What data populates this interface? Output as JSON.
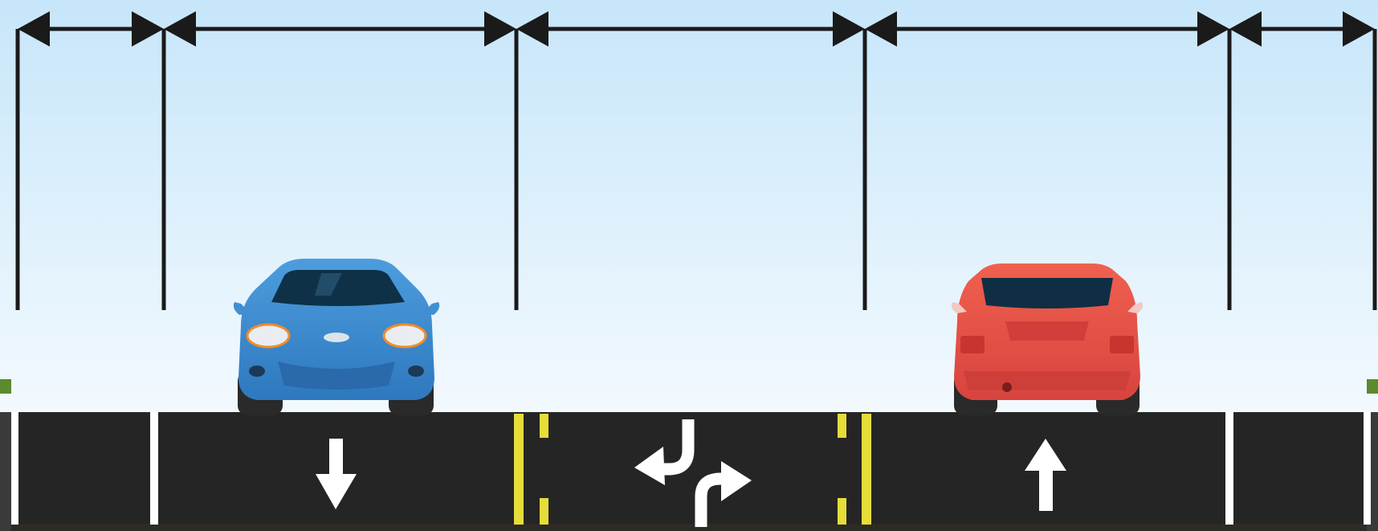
{
  "diagram": {
    "kind": "road-cross-section",
    "lanes": [
      {
        "role": "shoulder",
        "arrow": "none"
      },
      {
        "role": "travel-lane",
        "direction": "down",
        "arrow": "down-arrow-icon"
      },
      {
        "role": "two-way-left-turn-lane",
        "arrow": "two-way-turn-arrows-icon"
      },
      {
        "role": "travel-lane",
        "direction": "up",
        "arrow": "up-arrow-icon"
      },
      {
        "role": "shoulder",
        "arrow": "none"
      }
    ],
    "vehicles": [
      {
        "name": "car-front-view",
        "color": "#3F8FD2",
        "view": "front"
      },
      {
        "name": "car-rear-view",
        "color": "#E8504A",
        "view": "rear"
      }
    ],
    "dimension_labels": []
  },
  "colors": {
    "sky_top": "#C7E6FA",
    "sky_bottom": "#FFFFFF",
    "pavement": "#252525",
    "edge_line": "#FFFFFF",
    "center_line": "#E5DD3A",
    "dimension_line": "#1A1A1A",
    "grass": "#5C8A2E"
  }
}
